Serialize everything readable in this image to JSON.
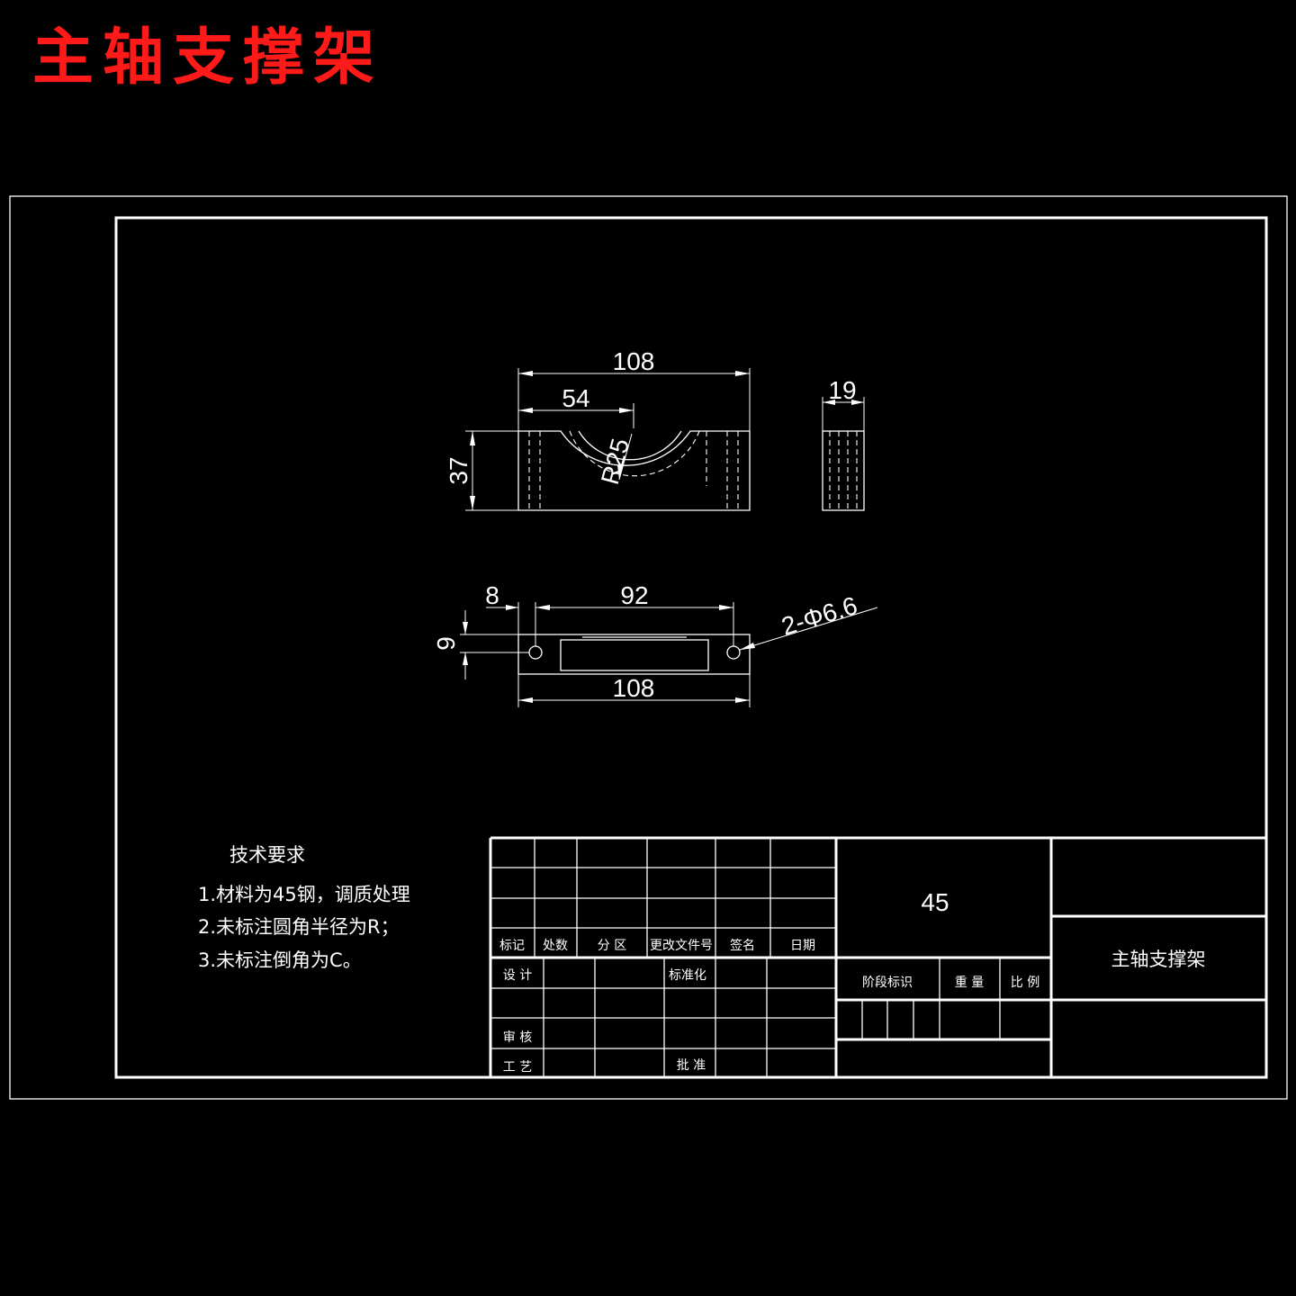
{
  "header": {
    "title": "主轴支撑架"
  },
  "drawing": {
    "front_view": {
      "dim_overall_width": "108",
      "dim_half_width": "54",
      "dim_radius": "R25",
      "dim_height": "37"
    },
    "side_view": {
      "dim_thickness": "19"
    },
    "top_view": {
      "dim_edge_offset": "8",
      "dim_hole_spacing": "92",
      "dim_hole_callout": "2-Φ6.6",
      "dim_hole_offset": "9",
      "dim_overall_width": "108"
    }
  },
  "tech_requirements": {
    "heading": "技术要求",
    "items": [
      "1.材料为45钢，调质处理",
      "2.未标注圆角半径为R；",
      "3.未标注倒角为C。"
    ]
  },
  "title_block": {
    "revision_headers": [
      "标记",
      "处数",
      "分 区",
      "更改文件号",
      "签名",
      "日期"
    ],
    "design_label": "设  计",
    "standardization_label": "标准化",
    "review_label": "审  核",
    "process_label": "工  艺",
    "approve_label": "批  准",
    "material": "45",
    "stage_label": "阶段标识",
    "weight_label": "重  量",
    "scale_label": "比  例",
    "part_name": "主轴支撑架"
  }
}
